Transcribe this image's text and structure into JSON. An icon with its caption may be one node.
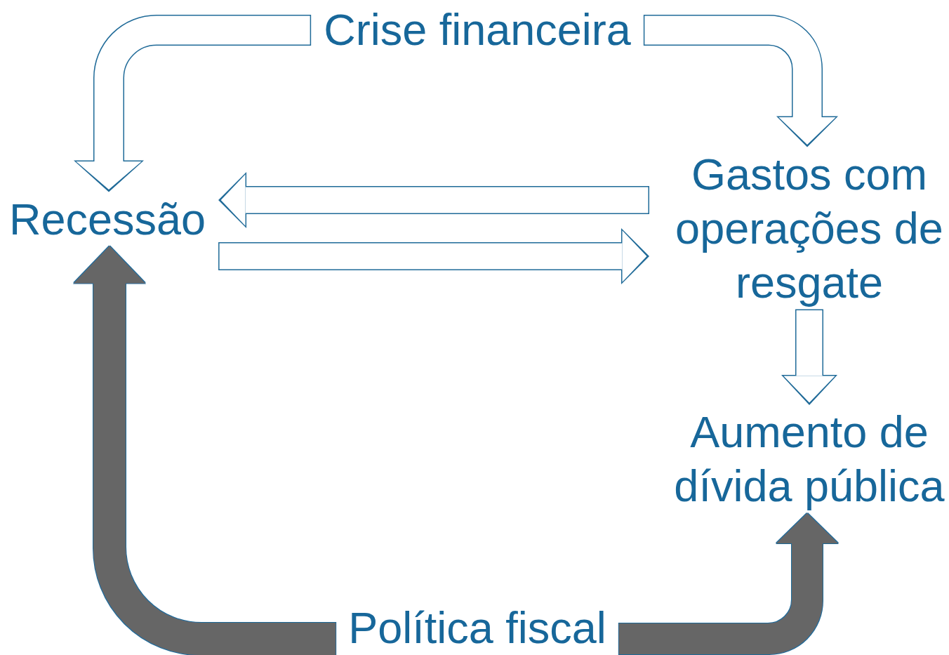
{
  "diagram": {
    "nodes": [
      {
        "text": [
          "Crise financeira"
        ]
      },
      {
        "text": [
          "Recessão"
        ]
      },
      {
        "text": [
          "Gastos com operações de resgate"
        ]
      },
      {
        "text": [
          "Aumento de dívida pública"
        ]
      },
      {
        "text": [
          "Política fiscal"
        ]
      }
    ],
    "edges": [
      {
        "from": 0,
        "to": 1,
        "arrow": "to"
      },
      {
        "from": 0,
        "to": 2,
        "arrow": "to"
      },
      {
        "from": 2,
        "to": 1,
        "arrow": "to"
      },
      {
        "from": 1,
        "to": 2,
        "arrow": "to"
      },
      {
        "from": 2,
        "to": 3,
        "arrow": "to"
      },
      {
        "from": 4,
        "to": 1,
        "arrow": "to",
        "color": "#666666"
      },
      {
        "from": 4,
        "to": 3,
        "arrow": "to",
        "color": "#666666"
      }
    ]
  }
}
